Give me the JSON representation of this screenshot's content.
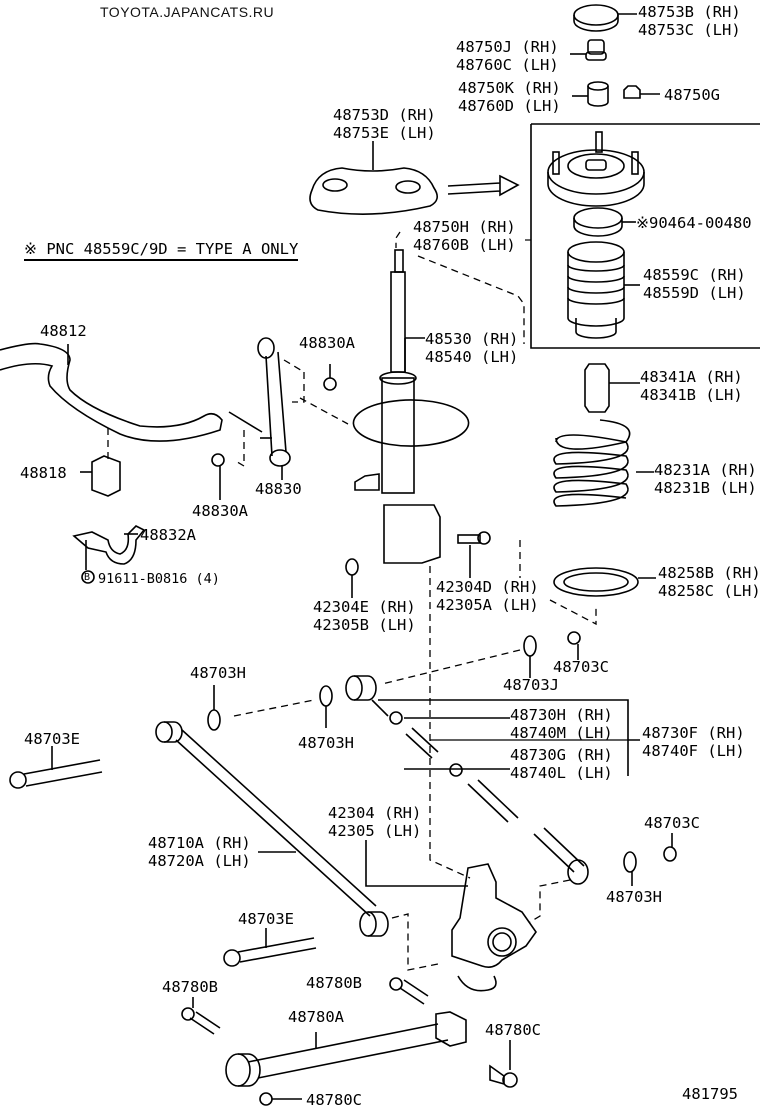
{
  "watermark": "TOYOTA.JAPANCATS.RU",
  "note": "※ PNC 48559C/9D = TYPE A ONLY",
  "illustration_number": "481795",
  "labels": {
    "l48753B": "48753B (RH)\n48753C (LH)",
    "l48750J": "48750J (RH)\n48760C (LH)",
    "l48750K": "48750K (RH)\n48760D (LH)",
    "l48750G": "48750G",
    "l48753D": "48753D (RH)\n48753E (LH)",
    "l90464": "※90464-00480",
    "l48750H": "48750H (RH)\n48760B (LH)",
    "l48559C": "48559C (RH)\n48559D (LH)",
    "l48812": "48812",
    "l48830A_top": "48830A",
    "l48530": "48530 (RH)\n48540 (LH)",
    "l48341A": "48341A (RH)\n48341B (LH)",
    "l48818": "48818",
    "l48830": "48830",
    "l48830A_bot": "48830A",
    "l48231A": "48231A (RH)\n48231B (LH)",
    "l48832A": "48832A",
    "l91611": "91611-B0816 (4)",
    "bolt_mark": "B",
    "l42304D": "42304D (RH)\n42305A (LH)",
    "l42304E": "42304E (RH)\n42305B (LH)",
    "l48258B": "48258B (RH)\n48258C (LH)",
    "l48703J": "48703J",
    "l48703C_top": "48703C",
    "l48703H_tl": "48703H",
    "l48703H_mid": "48703H",
    "l48703E_left": "48703E",
    "l48730H": "48730H (RH)\n48740M (LH)",
    "l48730F": "48730F (RH)\n48740F (LH)",
    "l48730G": "48730G (RH)\n48740L (LH)",
    "l42304": "42304 (RH)\n42305 (LH)",
    "l48703C_right": "48703C",
    "l48710A": "48710A (RH)\n48720A (LH)",
    "l48703H_right": "48703H",
    "l48703E_mid": "48703E",
    "l48780B_left": "48780B",
    "l48780B_mid": "48780B",
    "l48780A": "48780A",
    "l48780C_right": "48780C",
    "l48780C_bot": "48780C"
  }
}
